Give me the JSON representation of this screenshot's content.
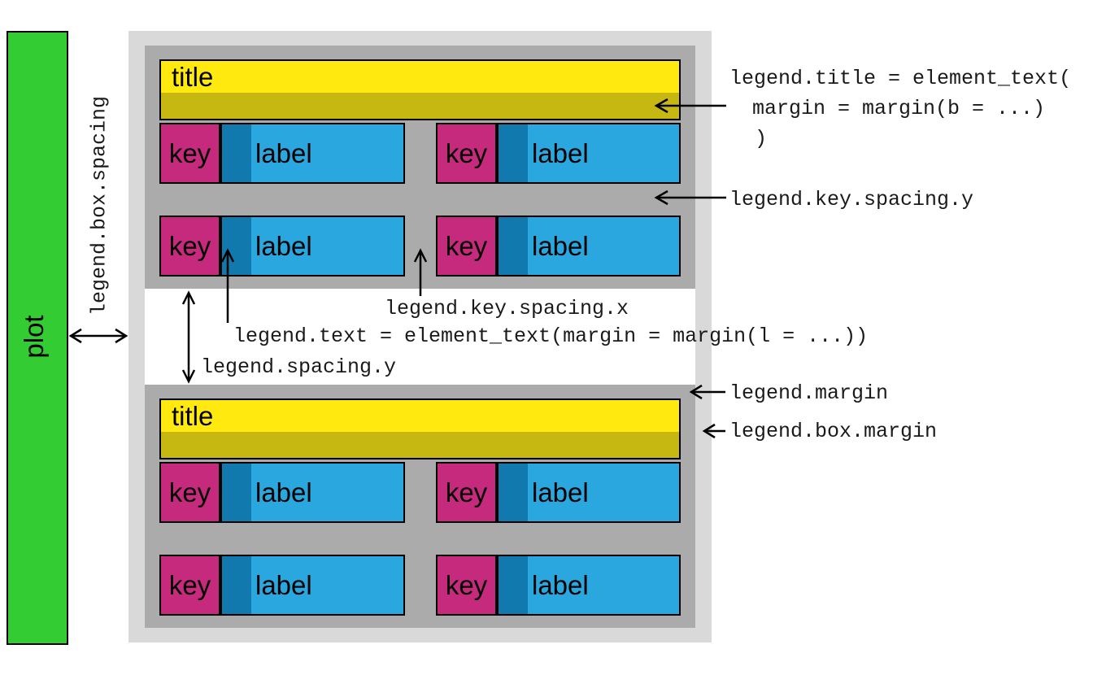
{
  "labels": {
    "plot": "plot",
    "legend_box_spacing": "legend.box.spacing",
    "title": "title",
    "key": "key",
    "label": "label"
  },
  "annotations": {
    "legend_title_line1": "legend.title = element_text(",
    "legend_title_line2": "margin = margin(b = ...)",
    "legend_title_line3": ")",
    "legend_key_spacing_y": "legend.key.spacing.y",
    "legend_key_spacing_x": "legend.key.spacing.x",
    "legend_text": "legend.text = element_text(margin = margin(l = ...))",
    "legend_spacing_y": "legend.spacing.y",
    "legend_margin": "legend.margin",
    "legend_box_margin": "legend.box.margin"
  },
  "colors": {
    "plot-green": "#33CC33",
    "outer-gray": "#D9D9D9",
    "legend-gray": "#ABABAB",
    "title-yellow": "#FFE90F",
    "title-olive": "#C6B810",
    "key-magenta": "#C62A7C",
    "label-blue": "#29A7DE",
    "strip-blue": "#1179AE"
  }
}
